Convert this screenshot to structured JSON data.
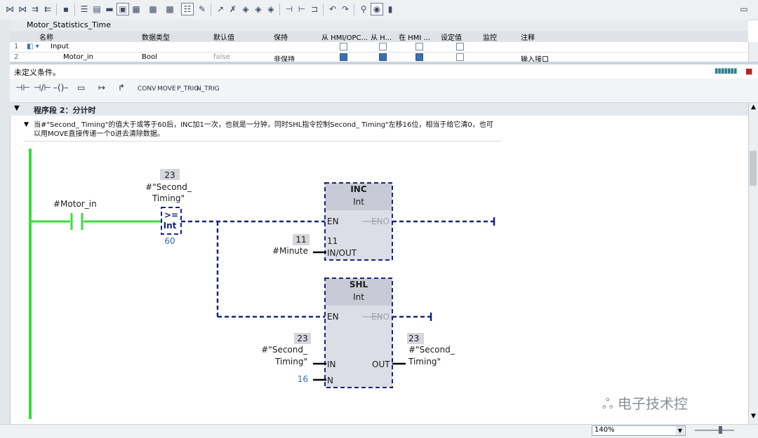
{
  "block_title": "Motor_Statistics_Time",
  "columns": [
    "名称",
    "数据类型",
    "默认值",
    "保持",
    "从 HMI/OPC...",
    "从 H...",
    "在 HMI ...",
    "设定值",
    "监控",
    "注释"
  ],
  "rows": [
    {
      "num": "1",
      "name": "Input"
    },
    {
      "num": "2",
      "name": "Motor_in",
      "type": "Bool",
      "default": "false",
      "retain": "非保持",
      "comment": "输入接口"
    }
  ],
  "condition_text": "未定义条件。",
  "palette": [
    "CONV",
    "MOVE",
    "P_TRIG",
    "N_TRIG"
  ],
  "network_title": "程序段 2：分计时",
  "comment": "当#\"Second_ Timing\"的值大于或等于60后，INC加1一次，也就是一分钟，同时SHL指令控制Second_ Timing\"左移16位，相当于给它清0，也可以用MOVE直接传递一个0进去清除数据。",
  "ladder": {
    "contact_label": "#Motor_in",
    "cmp": {
      "value": "23",
      "operand1": "#\"Second_",
      "operand2": "Timing\"",
      "op": ">=",
      "type": "Int",
      "operand_b": "60"
    },
    "inc": {
      "title": "INC",
      "type": "Int",
      "en": "EN",
      "eno": "ENO",
      "inout_value": "11",
      "inout_operand": "#Minute",
      "inout_inner": "11",
      "inout_pin": "IN/OUT"
    },
    "shl": {
      "title": "SHL",
      "type": "Int",
      "en": "EN",
      "eno": "ENO",
      "in_value": "23",
      "in_operand1": "#\"Second_",
      "in_operand2": "Timing\"",
      "in_pin": "IN",
      "out_pin": "OUT",
      "out_value": "23",
      "out_operand1": "#\"Second_",
      "out_operand2": "Timing\"",
      "n_value": "16",
      "n_pin": "N"
    }
  },
  "zoom": "140%",
  "watermark": "电子技术控"
}
